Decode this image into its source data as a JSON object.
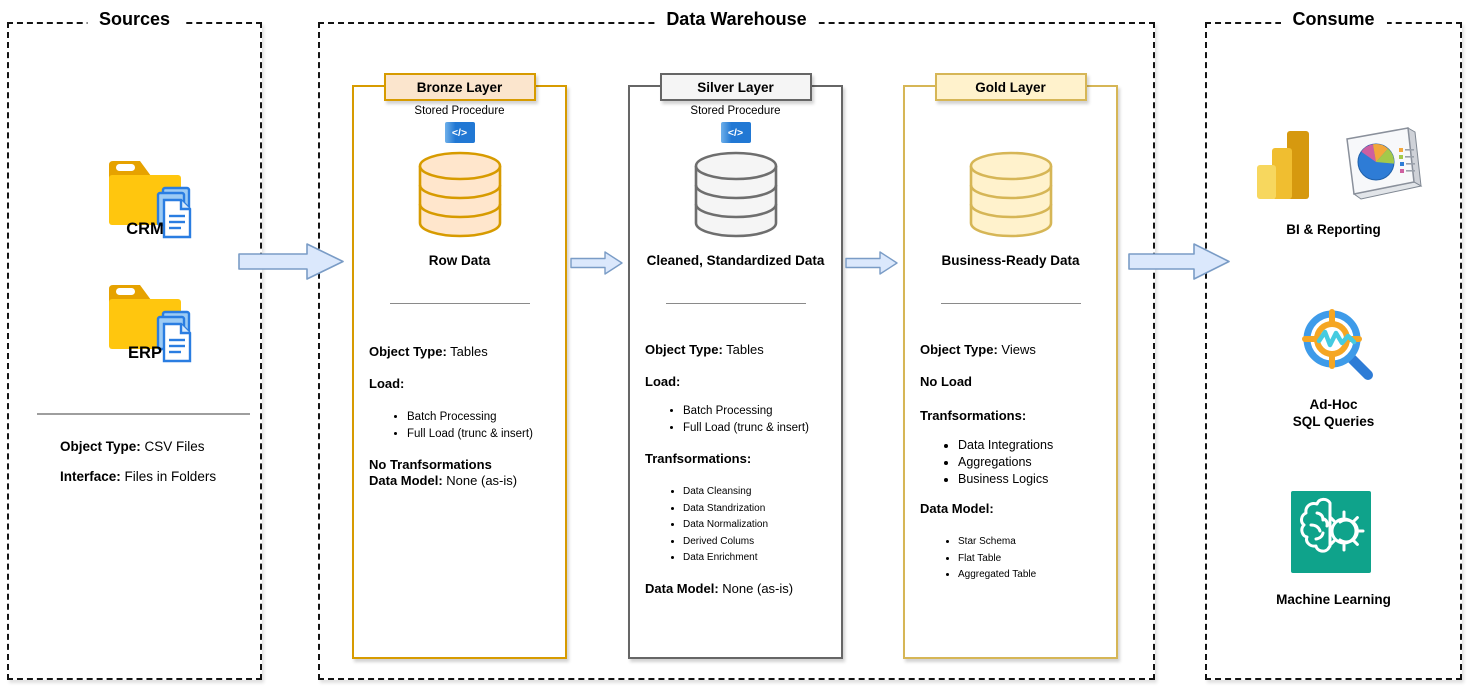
{
  "sources": {
    "title": "Sources",
    "crm_label": "CRM",
    "erp_label": "ERP",
    "object_type_label": "Object Type:",
    "object_type_value": "CSV Files",
    "interface_label": "Interface:",
    "interface_value": "Files in Folders"
  },
  "warehouse": {
    "title": "Data Warehouse",
    "bronze": {
      "header": "Bronze Layer",
      "stored_procedure": "Stored Procedure",
      "code_glyph": "</>",
      "data_label": "Row Data",
      "object_type_label": "Object Type:",
      "object_type_value": "Tables",
      "load_label": "Load:",
      "load_items": [
        "Batch Processing",
        "Full Load (trunc & insert)"
      ],
      "no_transformations": "No Tranfsormations",
      "data_model_label": "Data Model:",
      "data_model_value": "None (as-is)"
    },
    "silver": {
      "header": "Silver Layer",
      "stored_procedure": "Stored Procedure",
      "code_glyph": "</>",
      "data_label": "Cleaned, Standardized Data",
      "object_type_label": "Object Type:",
      "object_type_value": "Tables",
      "load_label": "Load:",
      "load_items": [
        "Batch Processing",
        "Full Load (trunc & insert)"
      ],
      "transformations_label": "Tranfsormations:",
      "transformation_items": [
        "Data Cleansing",
        "Data Standrization",
        "Data Normalization",
        "Derived Colums",
        "Data Enrichment"
      ],
      "data_model_label": "Data Model:",
      "data_model_value": "None (as-is)"
    },
    "gold": {
      "header": "Gold Layer",
      "data_label": "Business-Ready Data",
      "object_type_label": "Object Type:",
      "object_type_value": "Views",
      "no_load": "No Load",
      "transformations_label": "Tranfsormations:",
      "transformation_items": [
        "Data Integrations",
        "Aggregations",
        "Business Logics"
      ],
      "data_model_label": "Data Model:",
      "data_model_items": [
        "Star Schema",
        "Flat Table",
        "Aggregated Table"
      ]
    }
  },
  "consume": {
    "title": "Consume",
    "bi_label": "BI & Reporting",
    "adhoc_label_line1": "Ad-Hoc",
    "adhoc_label_line2": "SQL Queries",
    "ml_label": "Machine Learning"
  },
  "icons": {
    "crm": "folder-documents-icon",
    "erp": "folder-documents-icon",
    "stored_procedure": "code-icon",
    "layers": "database-icon",
    "bi": [
      "power-bi-icon",
      "dashboard-pie-icon"
    ],
    "adhoc": "search-analytics-icon",
    "ml": "brain-gear-icon",
    "flow": "block-arrow-right-icon"
  },
  "colors": {
    "bronze_fill": "#FFE6CC",
    "bronze_stroke": "#D79B00",
    "bronze_header_fill": "#FBE5CD",
    "silver_fill": "#F5F5F5",
    "silver_stroke": "#666666",
    "gold_fill": "#FFF2CC",
    "gold_stroke": "#D6B656",
    "arrow_fill": "#DBE8FC",
    "arrow_stroke": "#7A9CC6",
    "code_icon_blue": "#2178D4",
    "ml_teal": "#0FA38B"
  }
}
